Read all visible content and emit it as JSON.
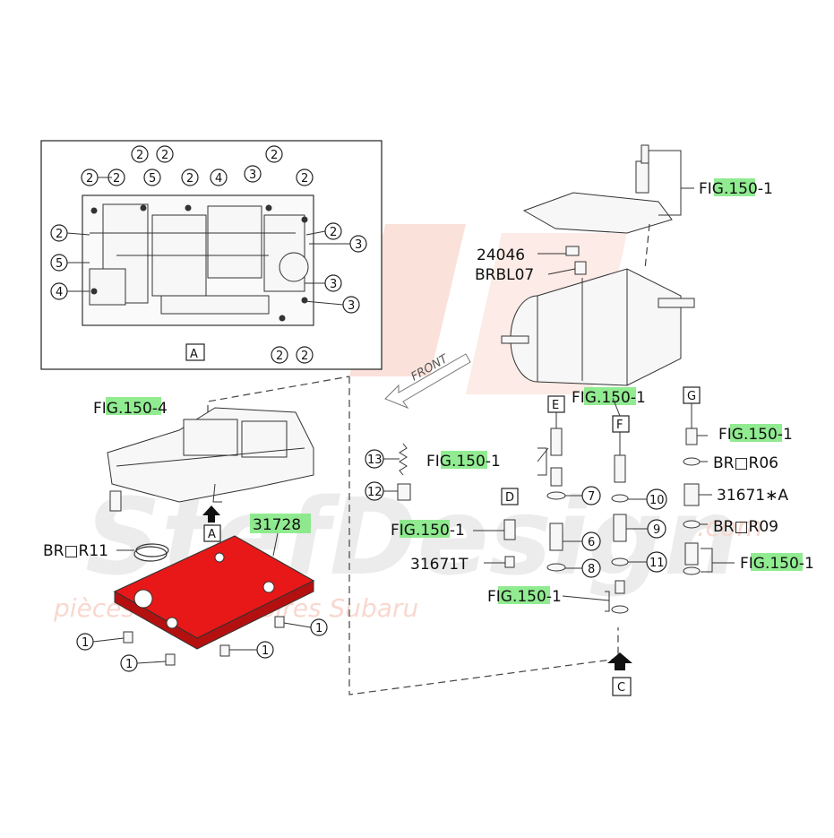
{
  "labels": {
    "fig_tcu": "FIG.150-1",
    "fig_valvebody": "FIG.150-4",
    "fig_e_top": "FIG.150-1",
    "fig_e_side": "FIG.150-1",
    "fig_d": "FIG.150-1",
    "fig_f_bottom": "FIG.150-1",
    "fig_g_top": "FIG.150-1",
    "fig_g_bottom": "FIG.150-1",
    "part_24046": "24046",
    "part_brbl07": "BRBL07",
    "part_31728": "31728",
    "part_brr11": "BR□R11",
    "part_31671t": "31671T",
    "part_brr06": "BR□R06",
    "part_31671a": "31671∗A",
    "part_brr09": "BR□R09",
    "front": "FRONT"
  },
  "view_labels": {
    "A_inset": "A",
    "A_arrow": "A",
    "C": "C",
    "D": "D",
    "E": "E",
    "F": "F",
    "G": "G"
  },
  "callouts": {
    "c1": "1",
    "c2": "2",
    "c3": "3",
    "c4": "4",
    "c5": "5",
    "c6": "6",
    "c7": "7",
    "c8": "8",
    "c9": "9",
    "c10": "10",
    "c11": "11",
    "c12": "12",
    "c13": "13"
  },
  "watermark": {
    "brand": "StefDesign",
    "domain": ".com",
    "tagline": "pièces et accessoires Subaru"
  },
  "colors": {
    "highlight": "#7ee87e",
    "oil_pan": "#e81818",
    "watermark": "#f3b8a8"
  }
}
